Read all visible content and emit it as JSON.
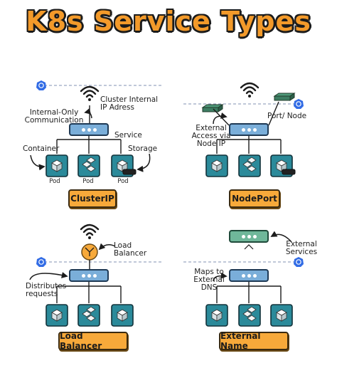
{
  "title": "K8s Service Types",
  "panels": {
    "clusterip": {
      "caption": "ClusterIP",
      "cluster_internal": "Cluster Internal\nIP Adress",
      "internal_only": "Internal-Only\nCommunication",
      "service": "Service",
      "container": "Container",
      "storage": "Storage",
      "pod_labels": [
        "Pod",
        "Pod",
        "Pod"
      ]
    },
    "nodeport": {
      "caption": "NodePort",
      "port_node": "Port/ Node",
      "external_access": "External\nAccess via\nNode IP"
    },
    "loadbalancer": {
      "caption": "Load Balancer",
      "load_balancer": "Load\nBalancer",
      "distributes": "Distributes\nrequests"
    },
    "externalname": {
      "caption": "External Name",
      "external_services": "External\nServices",
      "maps_to": "Maps to\nExternal\nDNS"
    }
  },
  "colors": {
    "title_orange": "#f39a2a",
    "caption_orange": "#f7a93a",
    "service_blue": "#7aaed9",
    "service_green": "#6fb79a",
    "pod_teal": "#2b8a9a",
    "k8s_blue": "#326ce5"
  }
}
